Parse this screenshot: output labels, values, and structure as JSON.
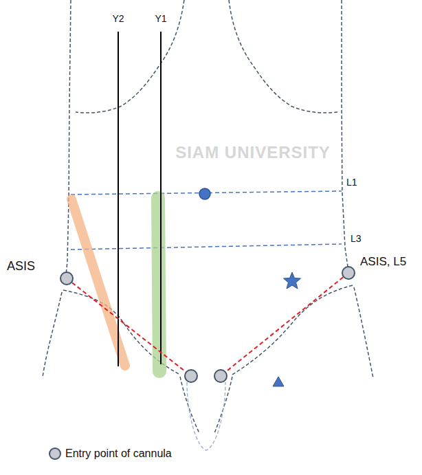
{
  "diagram": {
    "labels": [
      "Y2",
      "Y1",
      "L1",
      "L3",
      "ASIS",
      "ASIS, L5",
      "SIAM UNIVERSITY"
    ],
    "legend": [
      {
        "text": "Entry point of cannula"
      }
    ]
  }
}
